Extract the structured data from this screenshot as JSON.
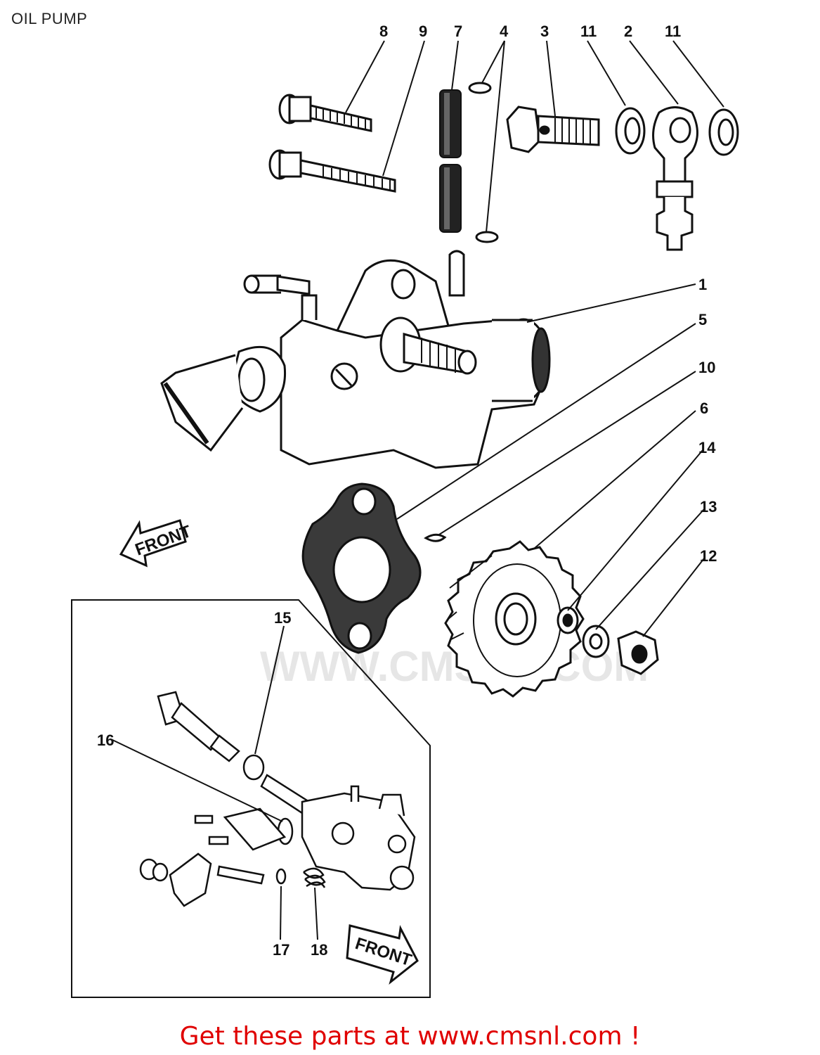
{
  "title": "OIL PUMP",
  "footer": "Get these parts at www.cmsnl.com !",
  "watermark": "WWW.CMSNL.COM",
  "front_label": "FRONT",
  "callouts": {
    "c1": "1",
    "c2": "2",
    "c3": "3",
    "c4": "4",
    "c5": "5",
    "c6": "6",
    "c7": "7",
    "c8": "8",
    "c9": "9",
    "c10": "10",
    "c11a": "11",
    "c11b": "11",
    "c12": "12",
    "c13": "13",
    "c14": "14",
    "c15": "15",
    "c16": "16",
    "c17": "17",
    "c18": "18"
  },
  "colors": {
    "footer": "#e00000",
    "ink": "#111111"
  }
}
